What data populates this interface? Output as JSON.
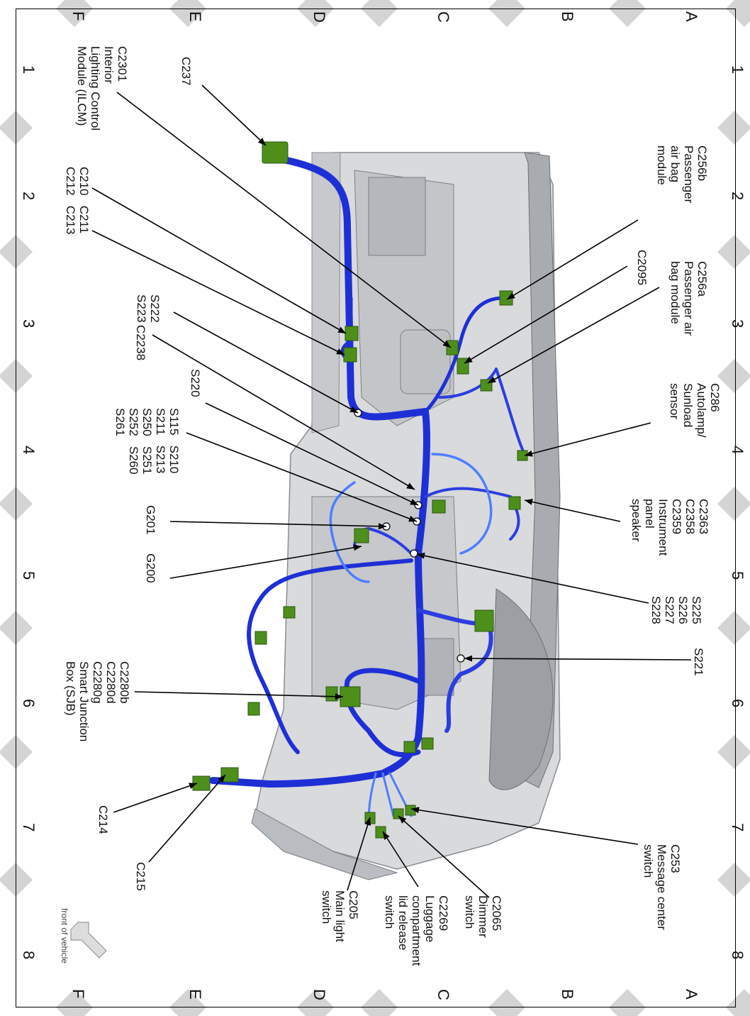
{
  "grid": {
    "rows": [
      "A",
      "B",
      "C",
      "D",
      "E",
      "F"
    ],
    "cols": [
      "1",
      "2",
      "3",
      "4",
      "5",
      "6",
      "7",
      "8"
    ]
  },
  "labels": {
    "c256b": "C256b\nPassenger\nair bag\nmodule",
    "c2095": "C2095",
    "c256a": "C256a\nPassenger air\nbag module",
    "c286": "C286\nAutolamp/\nSunload\nsensor",
    "c2363": "C2363\nC2358\nC2359\nInstrument\npanel\nspeaker",
    "s225": "S225\nS226\nS227\nS228",
    "s221": "S221",
    "c253": "C253\nMessage center\nswitch",
    "c2065": "C2065\nDimmer\nswitch",
    "c2269": "C2269\nLuggage\ncompartment\nlid release\nswitch",
    "c205": "C205\nMain light\nswitch",
    "c237": "C237",
    "c2301": "C2301\nInterior\nLighting Control\nModule (ILCM)",
    "c210": "C210   C211\nC212   C213",
    "s222": "S222\nS223",
    "c2238": "C2238",
    "s220": "S220",
    "s115": "S115   S210\nS211   S213\nS250   S251\nS252   S260\nS261",
    "g201": "G201",
    "g200": "G200",
    "c2280": "C2280b\nC2280d\nC2280g\nSmart Junction\nBox (SJB)",
    "c214": "C214",
    "c215": "C215"
  },
  "front_of_vehicle": "front of vehicle",
  "colors": {
    "wire": "#1f2fd6",
    "wire_light": "#4f7dff",
    "connector": "#4e8f1c",
    "panel": "#cfd1d4",
    "panel_dark": "#9a9da2",
    "diamond": "#d4d4d4"
  }
}
